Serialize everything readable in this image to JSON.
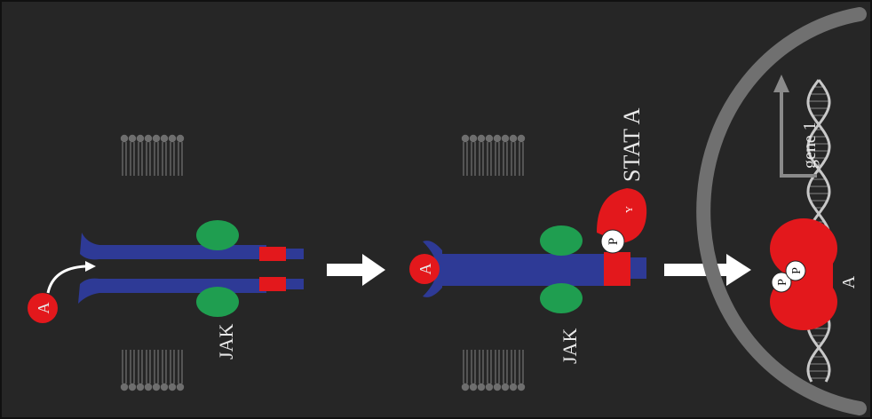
{
  "labels": {
    "ligand_1": "A",
    "jak_1": "JAK",
    "ligand_2": "A",
    "jak_2": "JAK",
    "stat": "STAT A",
    "p_stat": "P",
    "p_stat_sub": "Y",
    "gene": "gene 1",
    "p_dimer_1": "P",
    "p_dimer_2": "P",
    "dimer_label": "A"
  },
  "colors": {
    "background": "#262626",
    "membrane": "#6e6e6e",
    "receptor": "#2e3a96",
    "kinase_domain": "#e3181c",
    "jak": "#1f9e50",
    "ligand": "#e3181c",
    "stat": "#e3181c",
    "arrow": "#ffffff",
    "nucleus": "#707070",
    "dna": "#c8c8c8",
    "gene_arrow": "#8a8a8a"
  },
  "icons": {
    "step_arrow": "right-arrow",
    "binding_arrow": "curved-arrow",
    "gene_arrow": "transcription-arrow"
  }
}
